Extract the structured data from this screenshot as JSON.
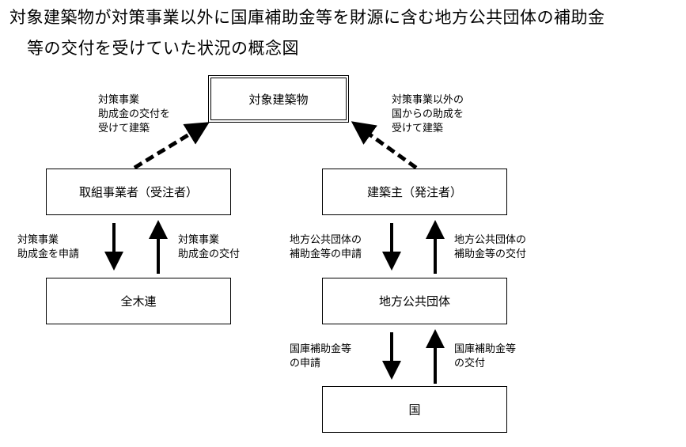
{
  "title": {
    "line1": "対象建築物が対策事業以外に国庫補助金等を財源に含む地方公共団体の補助金",
    "line2": "等の交付を受けていた状況の概念図"
  },
  "boxes": {
    "target": "対象建築物",
    "contractor": "取組事業者（受注者）",
    "owner": "建築主（発注者）",
    "zenmokuren": "全木連",
    "local_gov": "地方公共団体",
    "state": "国"
  },
  "labels": {
    "left_top": [
      "対策事業",
      "助成金の交付を",
      "受けて建築"
    ],
    "right_top": [
      "対策事業以外の",
      "国からの助成を",
      "受けて建築"
    ],
    "left_down": [
      "対策事業",
      "助成金を申請"
    ],
    "left_up": [
      "対策事業",
      "助成金の交付"
    ],
    "mid_down": [
      "地方公共団体の",
      "補助金等の申請"
    ],
    "mid_up": [
      "地方公共団体の",
      "補助金等の交付"
    ],
    "bottom_down": [
      "国庫補助金等",
      "の申請"
    ],
    "bottom_up": [
      "国庫補助金等",
      "の交付"
    ]
  }
}
